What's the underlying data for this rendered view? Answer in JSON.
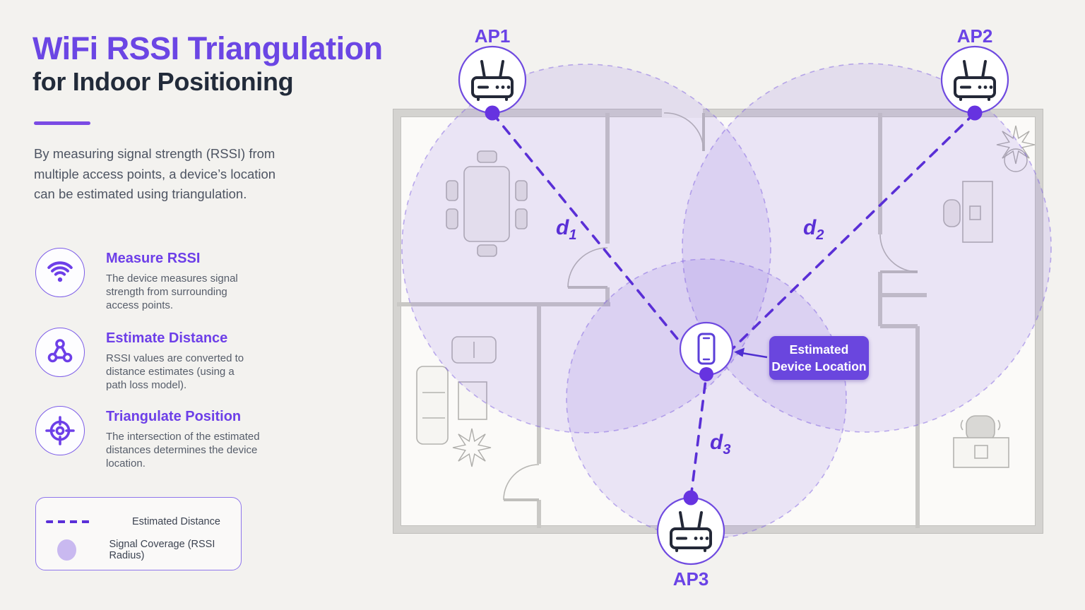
{
  "header": {
    "title_line1": "WiFi RSSI Triangulation",
    "title_line2": "for Indoor Positioning"
  },
  "intro": "By measuring signal strength (RSSI) from multiple access points, a device’s location can be estimated using triangulation.",
  "steps": [
    {
      "icon": "wifi-icon",
      "title": "Measure RSSI",
      "description": "The device measures signal strength from surrounding access points."
    },
    {
      "icon": "triangle-nodes-icon",
      "title": "Estimate Distance",
      "description": "RSSI values are converted to distance estimates (using a path loss model)."
    },
    {
      "icon": "crosshair-icon",
      "title": "Triangulate Position",
      "description": "The intersection of the estimated distances determines the device location."
    }
  ],
  "legend": {
    "estimated_distance_label": "Estimated Distance",
    "signal_coverage_label": "Signal Coverage (RSSI Radius)"
  },
  "diagram": {
    "access_points": [
      {
        "label": "AP1"
      },
      {
        "label": "AP2"
      },
      {
        "label": "AP3"
      }
    ],
    "distances": [
      {
        "main": "d",
        "sub": "1"
      },
      {
        "main": "d",
        "sub": "2"
      },
      {
        "main": "d",
        "sub": "3"
      }
    ],
    "device_label": {
      "line1": "Estimated",
      "line2": "Device Location"
    }
  },
  "colors": {
    "accent": "#6b46e4",
    "dark_text": "#222b3a",
    "distance_dash": "#5a2fd6",
    "coverage_fill": "rgba(123,85,221,0.13)",
    "device_box": "#6a46de"
  }
}
